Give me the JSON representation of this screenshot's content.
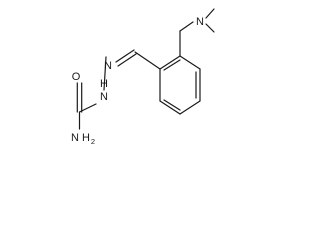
{
  "structure": {
    "atoms": {
      "amide_oxygen": "O",
      "amide_nitrogen": "N",
      "amide_nitrogen_h_count": "2",
      "hydrazide_nh": "N",
      "hydrazide_nh_h": "H",
      "imine_nitrogen": "N",
      "amine_nitrogen": "N"
    }
  },
  "colors": {
    "bond": "#1a1a1a",
    "label": "#1a1a1a",
    "background": "#ffffff"
  }
}
